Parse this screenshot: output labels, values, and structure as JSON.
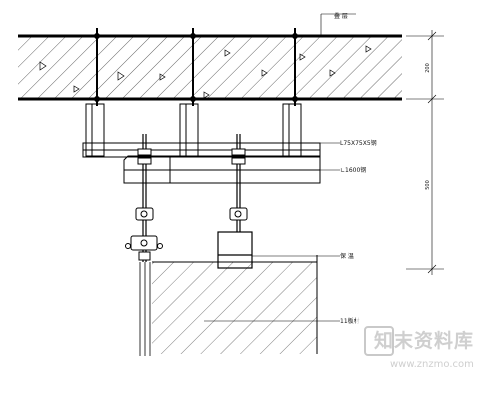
{
  "labels": {
    "top_right": "叠 层",
    "channel_steel": "L75X75X5钢",
    "angle_plate": "∟1600钢",
    "insulation": "保 温",
    "board": "11板材"
  },
  "dimensions": {
    "slab_thickness": "200",
    "hanger_height": "500"
  },
  "watermark": {
    "brand_cn": "知末资料库",
    "url": "www.znzmo.com"
  },
  "colors": {
    "line": "#000000",
    "fill_light": "#ffffff",
    "watermark": "#cfcfcf"
  }
}
